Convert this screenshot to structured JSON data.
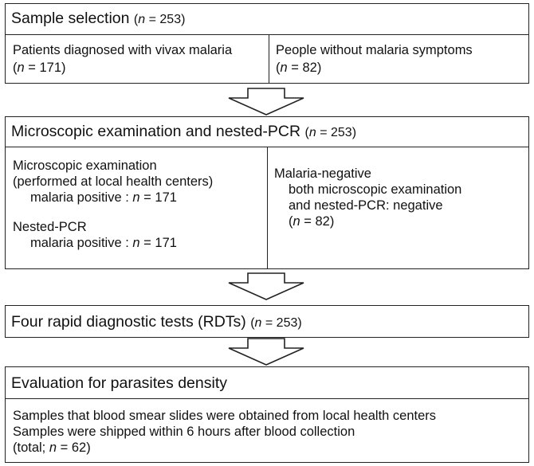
{
  "section1": {
    "title": "Sample selection",
    "n": "253",
    "left": {
      "line1": "Patients diagnosed with vivax malaria",
      "n": "171"
    },
    "right": {
      "line1": "People without malaria symptoms",
      "n": "82"
    }
  },
  "section2": {
    "title": "Microscopic examination and nested-PCR",
    "n": "253",
    "left": {
      "line1": "Microscopic examination",
      "line2": "(performed at local health centers)",
      "line3_prefix": "malaria positive :",
      "line3_n": "171",
      "line4": "Nested-PCR",
      "line5_prefix": "malaria positive :",
      "line5_n": "171"
    },
    "right": {
      "line1": "Malaria-negative",
      "line2": "both microscopic examination",
      "line3": "and nested-PCR: negative",
      "line4_n": "82"
    }
  },
  "section3": {
    "title": "Four rapid diagnostic tests (RDTs)",
    "n": "253"
  },
  "section4": {
    "title": "Evaluation for parasites density",
    "line1": "Samples that blood smear slides were obtained from local health centers",
    "line2": "Samples were shipped within 6 hours after blood collection",
    "line3_prefix": "(total; ",
    "line3_n": "62"
  },
  "symbols": {
    "n_var": "n",
    "equals": " = "
  }
}
